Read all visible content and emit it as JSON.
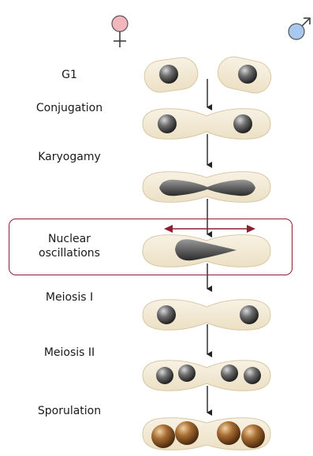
{
  "symbols": {
    "female": {
      "name": "female-symbol",
      "color": "#f3b6bd"
    },
    "male": {
      "name": "male-symbol",
      "color": "#a9c8ee"
    }
  },
  "stages": [
    {
      "id": "g1",
      "label": "G1"
    },
    {
      "id": "conjugation",
      "label": "Conjugation"
    },
    {
      "id": "karyogamy",
      "label": "Karyogamy"
    },
    {
      "id": "nuclear-oscillations",
      "label": "Nuclear\noscillations",
      "highlighted": true
    },
    {
      "id": "meiosis-1",
      "label": "Meiosis I"
    },
    {
      "id": "meiosis-2",
      "label": "Meiosis II"
    },
    {
      "id": "sporulation",
      "label": "Sporulation"
    }
  ],
  "colors": {
    "cell_fill": "#f1e8d2",
    "cell_stroke": "#d8c9a6",
    "nucleus": "#3f3f3f",
    "spore": "#8a5a2c",
    "arrow": "#222222",
    "highlight": "#8b2030"
  }
}
